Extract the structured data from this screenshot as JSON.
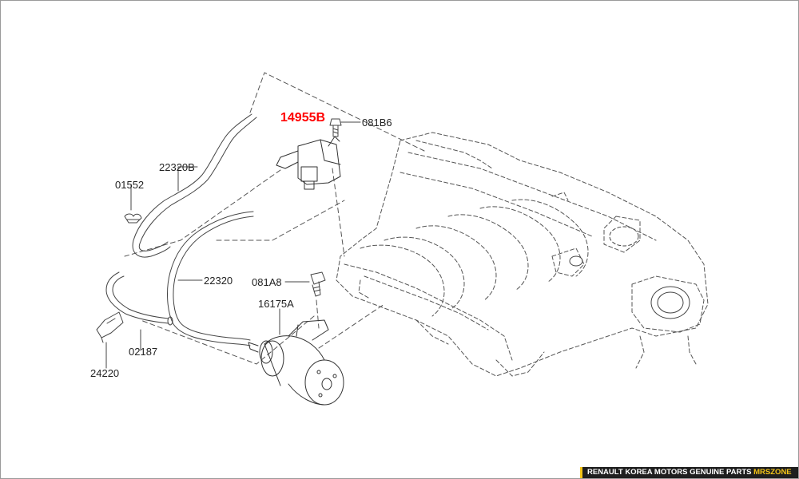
{
  "colors": {
    "line": "#444444",
    "highlight": "#ff0000",
    "banner_text": "#ffffff",
    "banner_accent": "#f5c518"
  },
  "callouts": {
    "p14955B": "14955B",
    "p081B6": "081B6",
    "p22320B": "22320B",
    "p01552": "01552",
    "p22320": "22320",
    "p081A8": "081A8",
    "p16175A": "16175A",
    "p02187": "02187",
    "p24220": "24220"
  },
  "banner": {
    "main": "RENAULT KOREA MOTORS GENUINE PARTS",
    "accent": "MRSZONE"
  }
}
